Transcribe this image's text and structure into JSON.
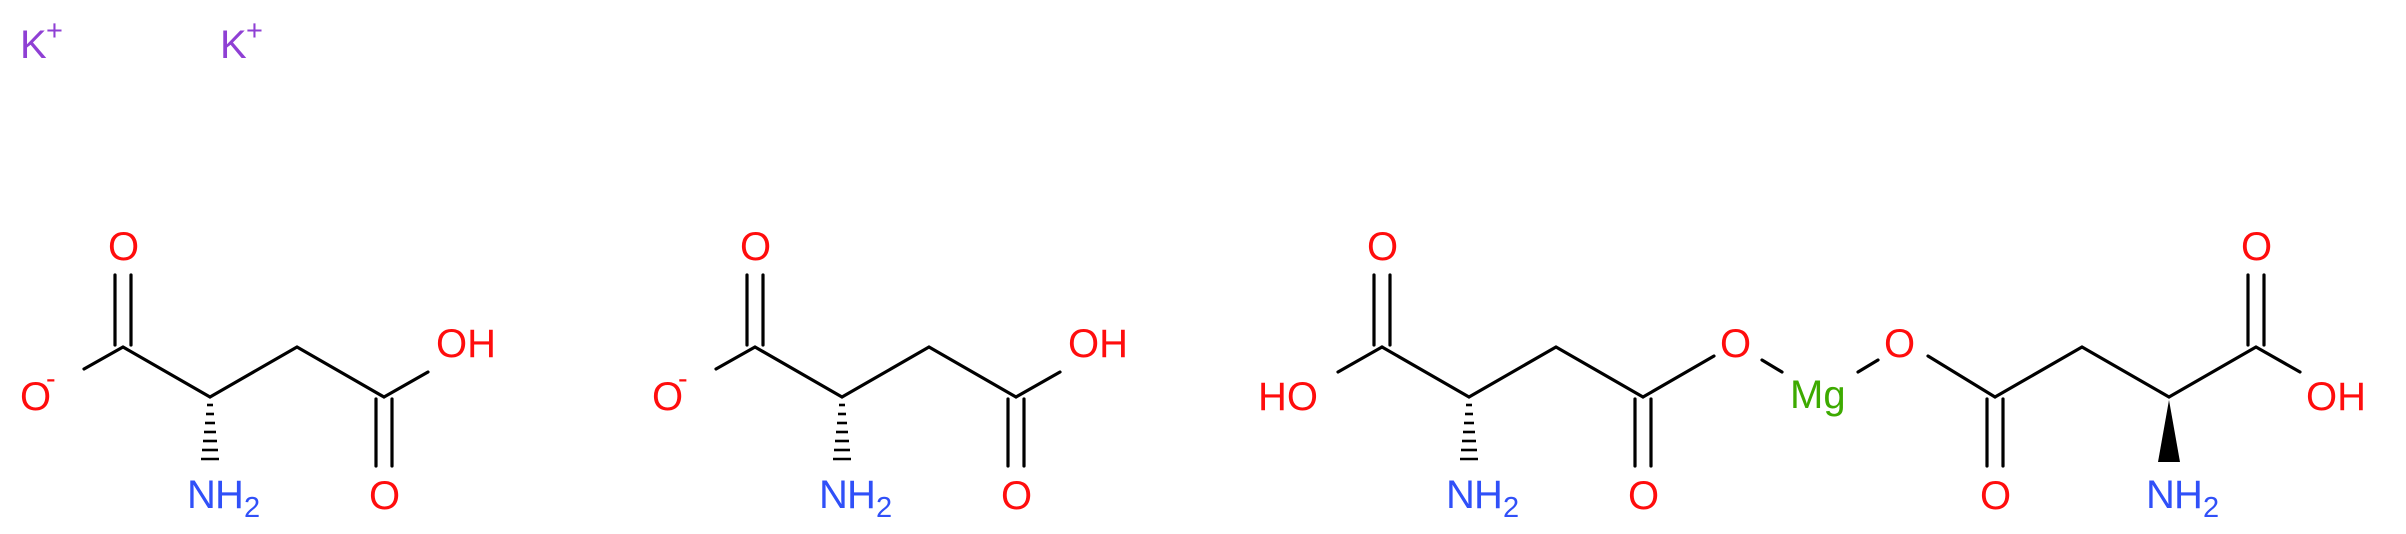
{
  "colors": {
    "bond": "#000000",
    "oxygen": "#ff0d0d",
    "nitrogen": "#3050f8",
    "magnesium": "#3daa00",
    "potassium": "#8f40d4"
  },
  "ions": {
    "k1": {
      "symbol": "K",
      "charge": "+"
    },
    "k2": {
      "symbol": "K",
      "charge": "+"
    }
  },
  "mol1": {
    "o_carbonyl_top": "O",
    "o_anion": "O",
    "o_anion_charge": "-",
    "n_amine": "N",
    "n_amine_h": "H",
    "n_amine_h_count": "2",
    "oh_group": "OH",
    "o_carbonyl_bottom": "O"
  },
  "mol2": {
    "o_carbonyl_top": "O",
    "o_anion": "O",
    "o_anion_charge": "-",
    "n_amine": "N",
    "n_amine_h": "H",
    "n_amine_h_count": "2",
    "oh_group": "OH",
    "o_carbonyl_bottom": "O"
  },
  "complex": {
    "left_ho": "HO",
    "left_o_carbonyl_top": "O",
    "left_n_amine": "N",
    "left_n_amine_h": "H",
    "left_n_amine_h_count": "2",
    "left_o_carbonyl_bottom": "O",
    "left_o_link": "O",
    "metal": "Mg",
    "right_o_link": "O",
    "right_o_carbonyl_bottom": "O",
    "right_n_amine": "N",
    "right_n_amine_h": "H",
    "right_n_amine_h_count": "2",
    "right_o_carbonyl_top": "O",
    "right_oh": "OH"
  }
}
